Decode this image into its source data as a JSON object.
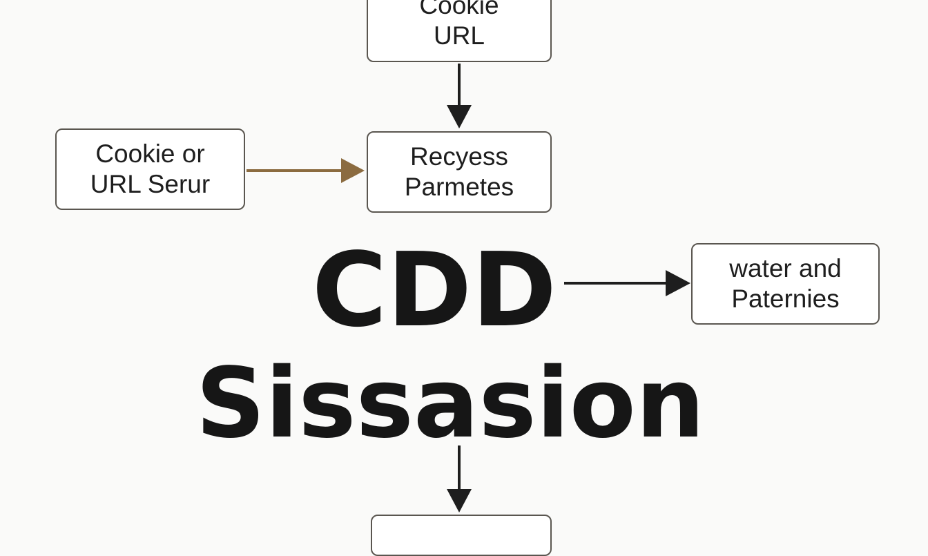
{
  "nodes": {
    "top": {
      "line1": "Cookie",
      "line2": "URL"
    },
    "left": {
      "line1": "Cookie or",
      "line2": "URL Serur"
    },
    "middle": {
      "line1": "Recyess",
      "line2": "Parmetes"
    },
    "right": {
      "line1": "water and",
      "line2": "Paternies"
    },
    "bottom": {
      "line1": ""
    }
  },
  "center_text": {
    "line1": "CDD",
    "line2": "Sissasion"
  },
  "colors": {
    "background": "#fafaf9",
    "box_border": "#5a5650",
    "arrow_dark": "#1e1e1e",
    "arrow_accent": "#8b6b40"
  }
}
